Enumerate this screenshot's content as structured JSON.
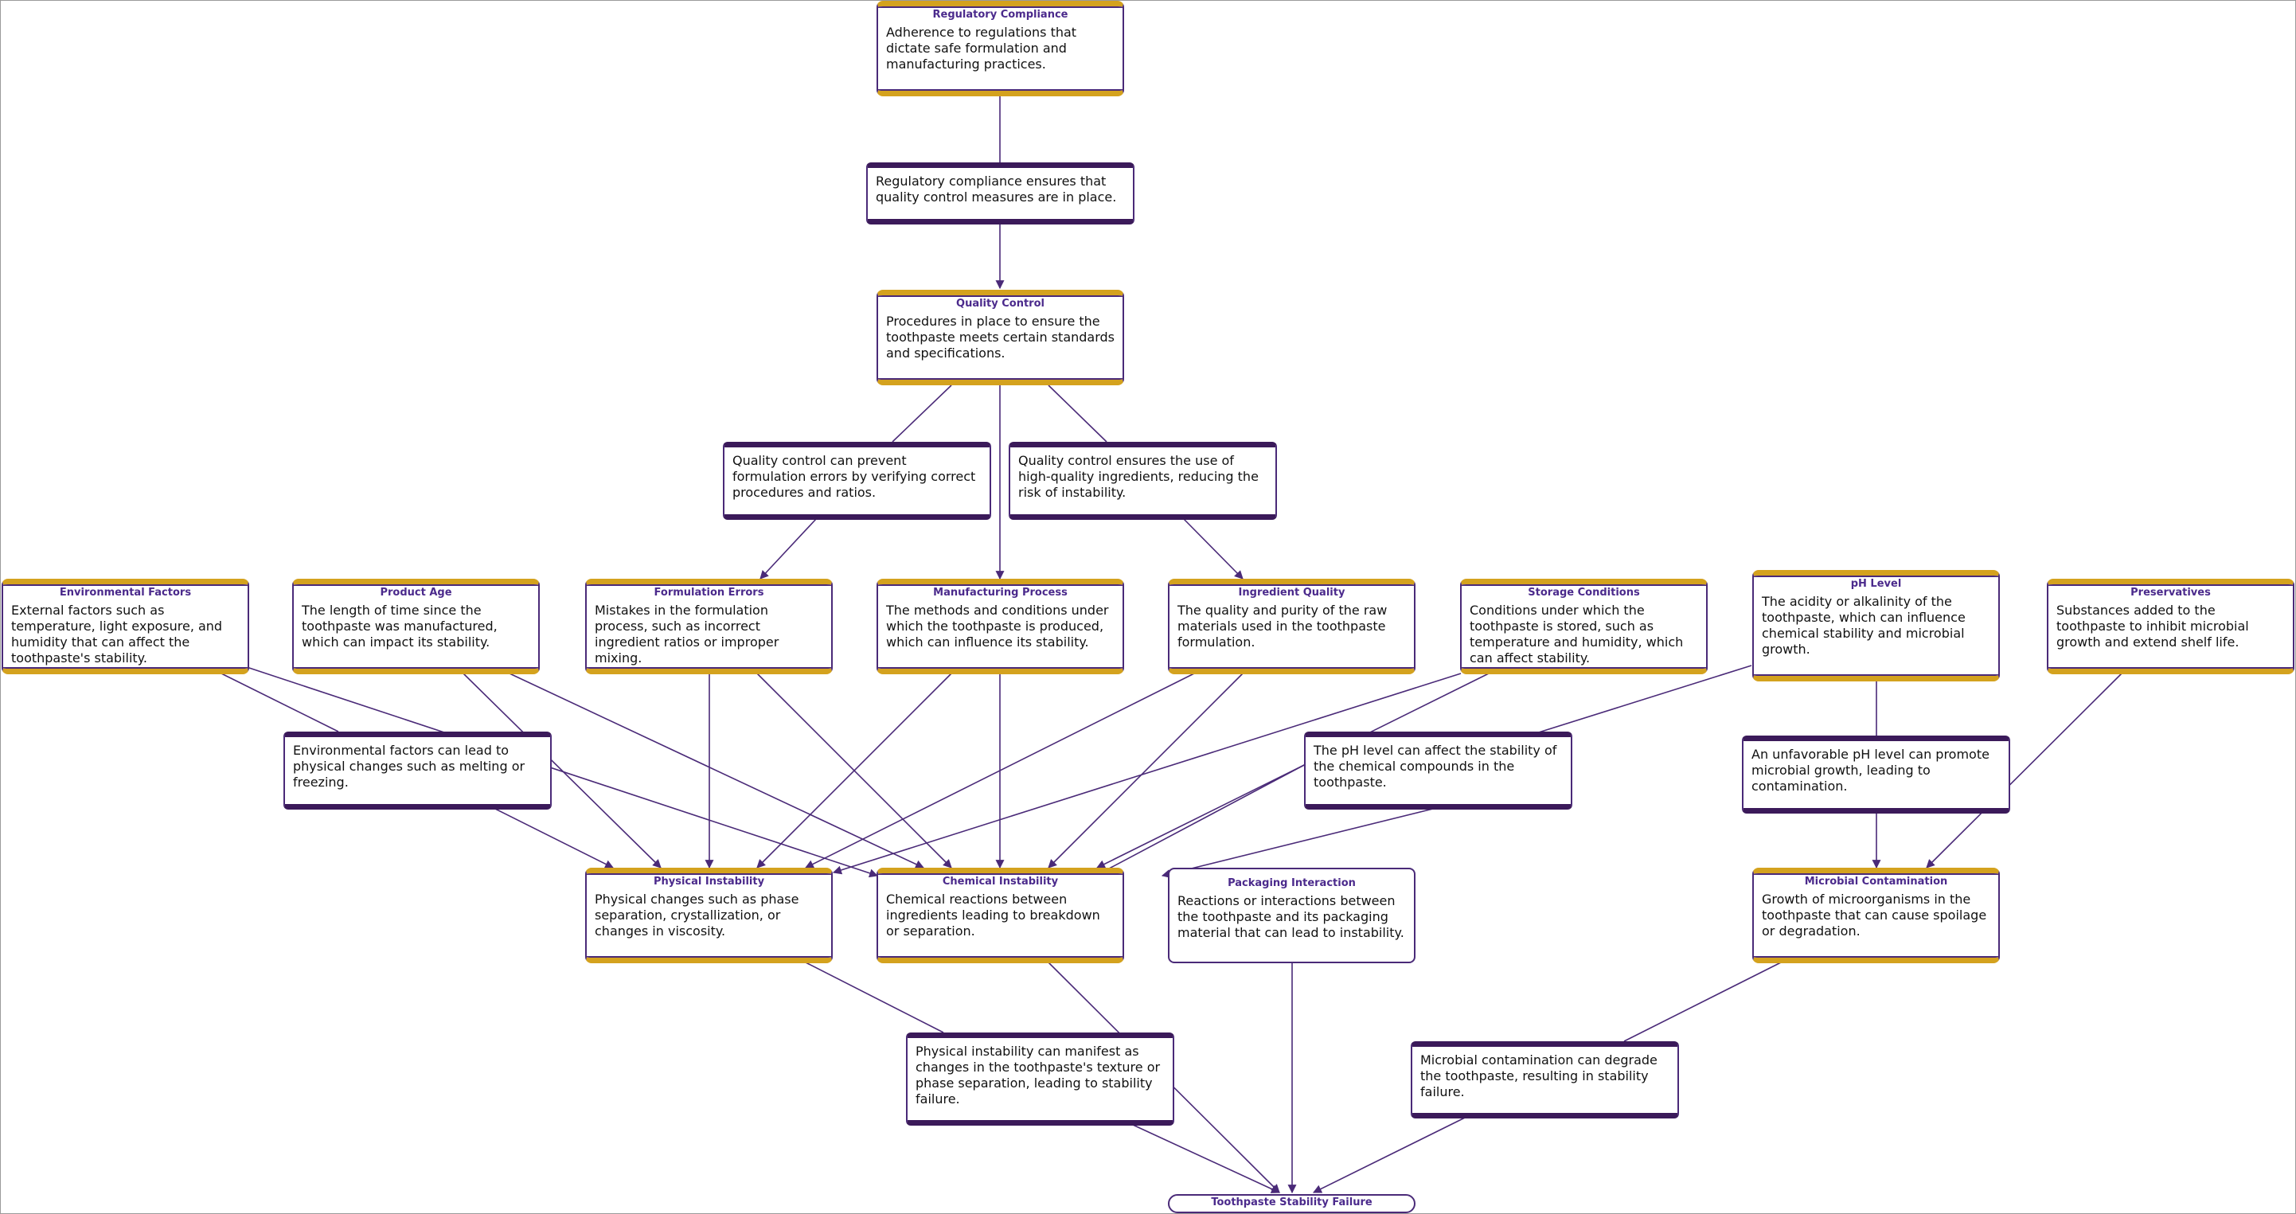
{
  "colors": {
    "edge": "#4a2a78",
    "title": "#4b2a8c",
    "concept_band": "#d4a21e",
    "relation_band": "#3b1a5a"
  },
  "concepts": {
    "regulatory_compliance": {
      "title": "Regulatory Compliance",
      "desc": "Adherence to regulations that dictate safe formulation and manufacturing practices."
    },
    "quality_control": {
      "title": "Quality Control",
      "desc": "Procedures in place to ensure the toothpaste meets certain standards and specifications."
    },
    "environmental_factors": {
      "title": "Environmental Factors",
      "desc": "External factors such as temperature, light exposure, and humidity that can affect the toothpaste's stability."
    },
    "product_age": {
      "title": "Product Age",
      "desc": "The length of time since the toothpaste was manufactured, which can impact its stability."
    },
    "formulation_errors": {
      "title": "Formulation Errors",
      "desc": "Mistakes in the formulation process, such as incorrect ingredient ratios or improper mixing."
    },
    "manufacturing_process": {
      "title": "Manufacturing Process",
      "desc": "The methods and conditions under which the toothpaste is produced, which can influence its stability."
    },
    "ingredient_quality": {
      "title": "Ingredient Quality",
      "desc": "The quality and purity of the raw materials used in the toothpaste formulation."
    },
    "storage_conditions": {
      "title": "Storage Conditions",
      "desc": "Conditions under which the toothpaste is stored, such as temperature and humidity, which can affect stability."
    },
    "ph_level": {
      "title": "pH Level",
      "desc": "The acidity or alkalinity of the toothpaste, which can influence chemical stability and microbial growth."
    },
    "preservatives": {
      "title": "Preservatives",
      "desc": "Substances added to the toothpaste to inhibit microbial growth and extend shelf life."
    },
    "physical_instability": {
      "title": "Physical Instability",
      "desc": "Physical changes such as phase separation, crystallization, or changes in viscosity."
    },
    "chemical_instability": {
      "title": "Chemical Instability",
      "desc": "Chemical reactions between ingredients leading to breakdown or separation."
    },
    "packaging_interaction": {
      "title": "Packaging Interaction",
      "desc": "Reactions or interactions between the toothpaste and its packaging material that can lead to instability."
    },
    "microbial_contamination": {
      "title": "Microbial Contamination",
      "desc": "Growth of microorganisms in the toothpaste that can cause spoilage or degradation."
    }
  },
  "relations": {
    "reg_to_qc": "Regulatory compliance ensures that quality control measures are in place.",
    "qc_to_formulation": "Quality control can prevent formulation errors by verifying correct procedures and ratios.",
    "qc_to_ingredients": "Quality control ensures the use of high-quality ingredients, reducing the risk of instability.",
    "env_to_physical": "Environmental factors can lead to physical changes such as melting or freezing.",
    "ph_to_chemical": "The pH level can affect the stability of the chemical compounds in the toothpaste.",
    "ph_to_microbial": "An unfavorable pH level can promote microbial growth, leading to contamination.",
    "physical_to_failure": "Physical instability can manifest as changes in the toothpaste's texture or phase separation, leading to stability failure.",
    "microbial_to_failure": "Microbial contamination can degrade the toothpaste, resulting in stability failure."
  },
  "final_node": {
    "title": "Toothpaste Stability Failure"
  }
}
